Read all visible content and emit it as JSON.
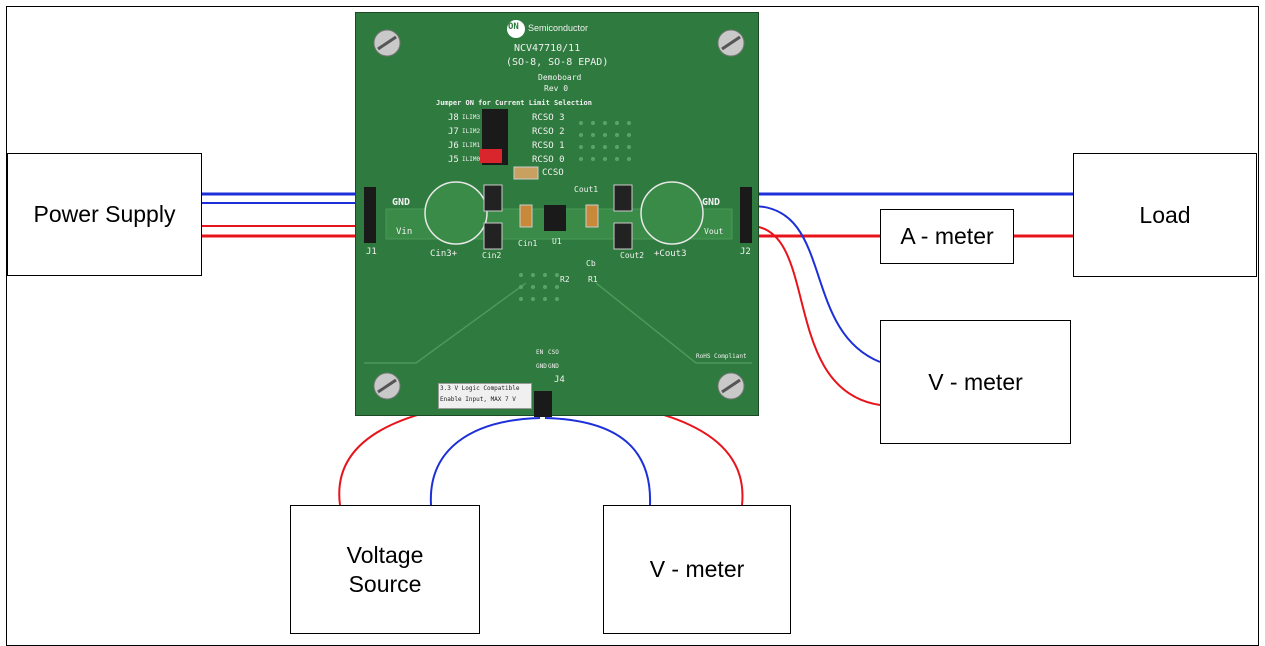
{
  "boxes": {
    "power_supply": "Power Supply",
    "load": "Load",
    "a_meter": "A - meter",
    "v_meter_right": "V - meter",
    "voltage_source": "Voltage\nSource",
    "v_meter_bottom": "V - meter"
  },
  "board": {
    "logo": "ON",
    "brand": "Semiconductor",
    "part": "NCV47710/11",
    "package": "(SO-8, SO-8 EPAD)",
    "type": "Demoboard",
    "rev": "Rev 0",
    "jumper_note": "Jumper ON for Current Limit Selection",
    "jumpers": [
      "J8",
      "J7",
      "J6",
      "J5"
    ],
    "jumper_tags": [
      "ILIM3",
      "ILIM2",
      "ILIM1",
      "ILIM0"
    ],
    "rcso": [
      "RCSO 3",
      "RCSO 2",
      "RCSO 1",
      "RCSO 0"
    ],
    "ccso": "CCSO",
    "gnd_left": "GND",
    "vin": "Vin",
    "gnd_right": "GND",
    "vout": "Vout",
    "j1": "J1",
    "j2": "J2",
    "j4": "J4",
    "cin1": "Cin1",
    "cin2": "Cin2",
    "cin3": "Cin3+",
    "cout1": "Cout1",
    "cout2": "Cout2",
    "cout3": "+Cout3",
    "u1": "U1",
    "cb": "Cb",
    "r1": "R1",
    "r2": "R2",
    "rohs": "RoHS Compliant",
    "logic_note": "3.3 V Logic Compatible",
    "enable_note": "Enable Input, MAX 7 V",
    "j4_pins": [
      "EN",
      "CSO",
      "GND",
      "GND"
    ]
  },
  "colors": {
    "red_wire": "#e8141c",
    "blue_wire": "#1c2fd8",
    "pcb_green": "#2f7a3e"
  }
}
